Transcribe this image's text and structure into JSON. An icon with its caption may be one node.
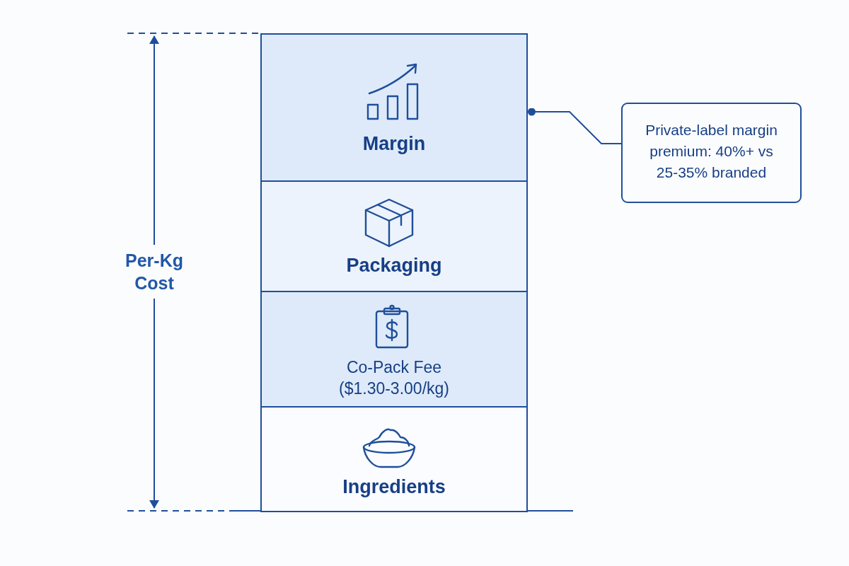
{
  "diagram": {
    "nodes": [
      {
        "text": [
          "Margin"
        ]
      },
      {
        "text": [
          "Packaging"
        ]
      },
      {
        "text": [
          "Co-Pack Fee ($1.30-3.00/kg)"
        ]
      },
      {
        "text": [
          "Ingredients"
        ]
      },
      {
        "text": [
          "Private-label margin premium: 40%+ vs 25-35% branded"
        ]
      }
    ],
    "edges": [
      {
        "from": 4,
        "to": 0,
        "arrow": "other"
      }
    ],
    "labels": [
      "Per-Kg Cost"
    ]
  }
}
